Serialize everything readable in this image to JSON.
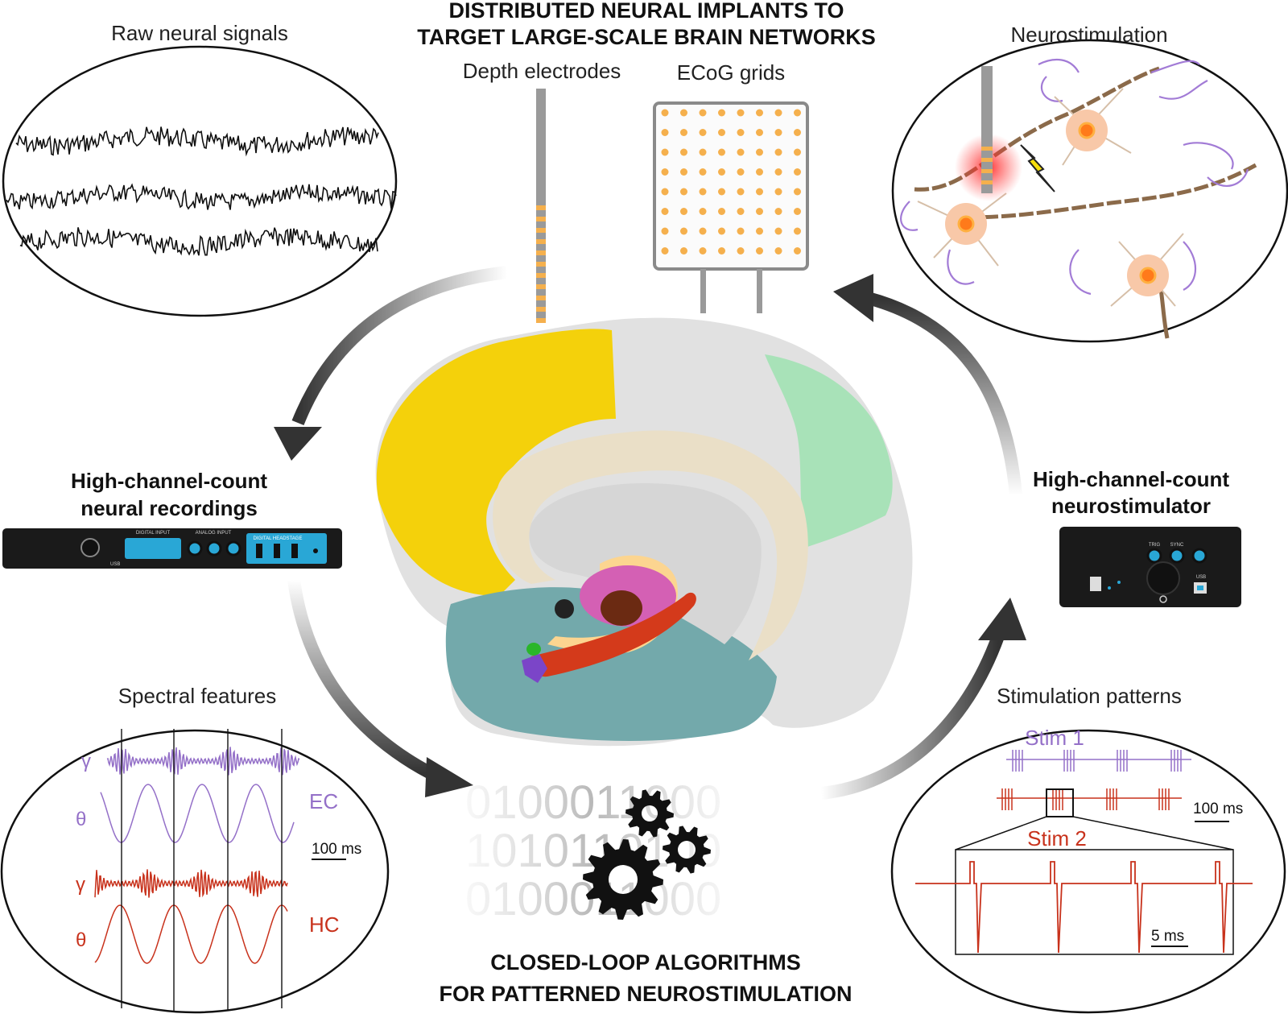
{
  "title": {
    "line1": "DISTRIBUTED NEURAL IMPLANTS TO",
    "line2": "TARGET LARGE-SCALE BRAIN NETWORKS"
  },
  "implants": {
    "depth_label": "Depth electrodes",
    "ecog_label": "ECoG grids"
  },
  "panels": {
    "raw": {
      "label": "Raw neural signals"
    },
    "neurostim": {
      "label": "Neurostimulation"
    },
    "spectral": {
      "label": "Spectral features",
      "gamma": "γ",
      "theta": "θ",
      "ec": "EC",
      "hc": "HC",
      "scale": "100 ms"
    },
    "stim": {
      "label": "Stimulation patterns",
      "stim1": "Stim 1",
      "stim2": "Stim 2",
      "scale1": "100 ms",
      "scale2": "5 ms"
    }
  },
  "devices": {
    "recorder": {
      "line1": "High-channel-count",
      "line2": "neural recordings",
      "digital_input": "DIGITAL INPUT",
      "analog_input": "ANALOG INPUT",
      "headstage": "DIGITAL HEADSTAGE",
      "usb": "USB"
    },
    "stimulator": {
      "line1": "High-channel-count",
      "line2": "neurostimulator",
      "trig": "TRIG",
      "sync": "SYNC",
      "usb": "USB"
    }
  },
  "algorithm": {
    "line1": "CLOSED-LOOP ALGORITHMS",
    "line2": "FOR PATTERNED NEUROSTIMULATION",
    "binary1": "0100011000",
    "binary2": "1010110100",
    "binary3": "0100011000"
  },
  "colors": {
    "frontal": "#f4d10b",
    "occipital": "#a8e2b8",
    "temporal": "#73a9ab",
    "callosum": "#eadfc7",
    "cortex": "#e1e1e1",
    "thalamus": "#d460b4",
    "hippocampus": "#d43a1b",
    "stim_purple": "#9470c8",
    "stim_red": "#c8321c",
    "electrode_orange": "#f5b04d",
    "device_blue": "#29a7d6"
  }
}
